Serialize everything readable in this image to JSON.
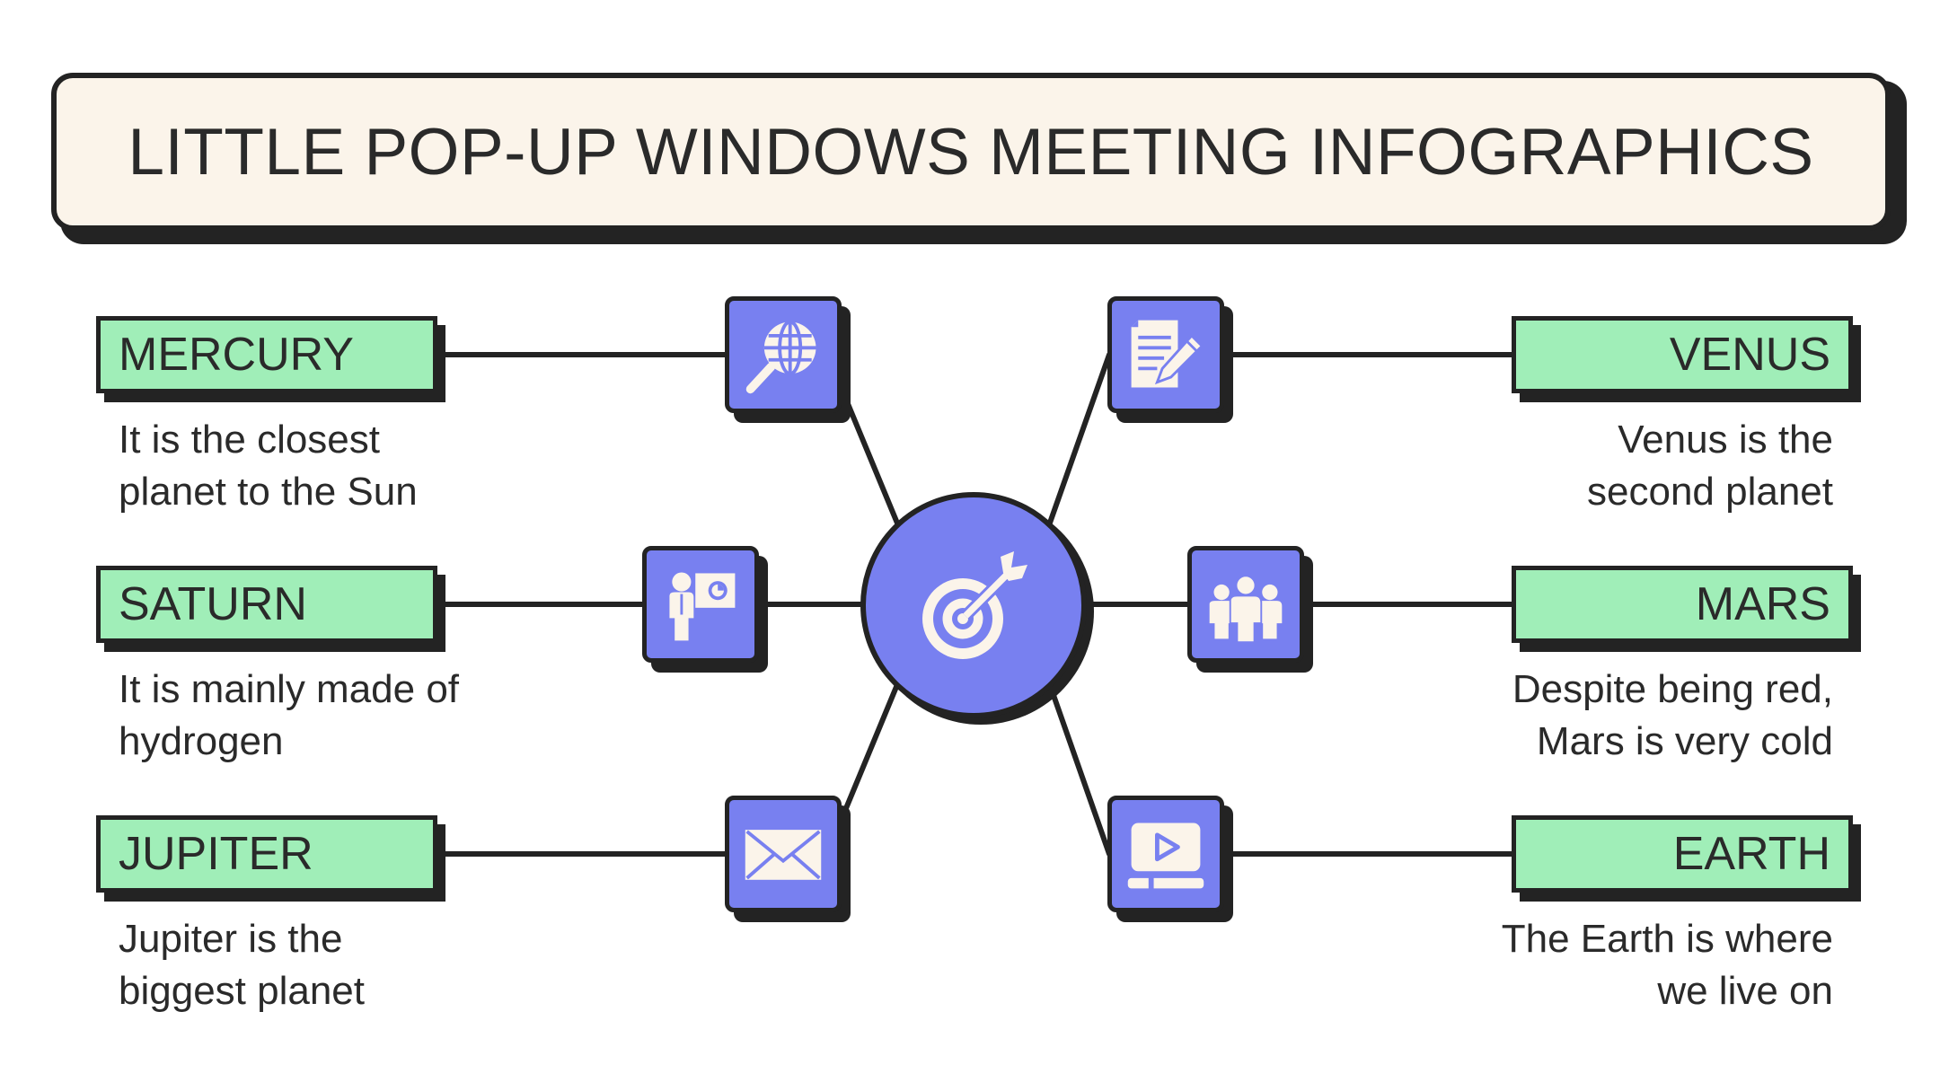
{
  "title": "LITTLE POP-UP WINDOWS MEETING INFOGRAPHICS",
  "colors": {
    "label_fill": "#a0eeb8",
    "icon_fill": "#7880f0",
    "title_fill": "#fbf4ea",
    "outline": "#232323"
  },
  "hub": {
    "icon": "target-arrow-icon"
  },
  "items": [
    {
      "name": "MERCURY",
      "description_line1": "It is the closest",
      "description_line2": "planet to the Sun",
      "icon": "globe-search-icon",
      "side": "left"
    },
    {
      "name": "SATURN",
      "description_line1": "It is mainly made of",
      "description_line2": "hydrogen",
      "icon": "presentation-icon",
      "side": "left"
    },
    {
      "name": "JUPITER",
      "description_line1": "Jupiter is the",
      "description_line2": "biggest planet",
      "icon": "envelope-icon",
      "side": "left"
    },
    {
      "name": "VENUS",
      "description_line1": "Venus is the",
      "description_line2": "second planet",
      "icon": "document-edit-icon",
      "side": "right"
    },
    {
      "name": "MARS",
      "description_line1": "Despite being red,",
      "description_line2": "Mars is very cold",
      "icon": "team-icon",
      "side": "right"
    },
    {
      "name": "EARTH",
      "description_line1": "The Earth is where",
      "description_line2": "we live on",
      "icon": "video-player-icon",
      "side": "right"
    }
  ]
}
